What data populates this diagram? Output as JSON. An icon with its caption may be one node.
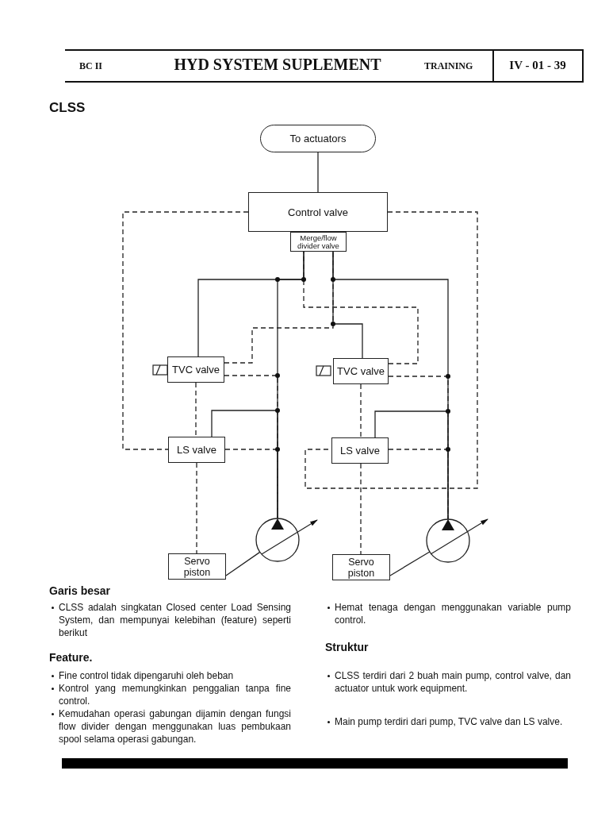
{
  "diagram": {
    "nodes": [
      {
        "text": [
          "To actuators"
        ]
      },
      {
        "text": [
          "Control valve"
        ]
      },
      {
        "text": [
          "Merge/flow divider valve"
        ]
      },
      {
        "text": [
          "TVC valve"
        ]
      },
      {
        "text": [
          "TVC valve"
        ]
      },
      {
        "text": [
          "LS valve"
        ]
      },
      {
        "text": [
          "LS valve"
        ]
      },
      {
        "text": [],
        "shape": "circle"
      },
      {
        "text": [],
        "shape": "circle"
      },
      {
        "text": [
          "Servo piston"
        ]
      },
      {
        "text": [
          "Servo piston"
        ]
      }
    ],
    "edges": [
      {
        "from": 0,
        "to": 1,
        "arrow": "none"
      },
      {
        "from": 2,
        "to": 3,
        "arrow": "none"
      },
      {
        "from": 2,
        "to": 7,
        "arrow": "none"
      },
      {
        "from": 2,
        "to": 4,
        "arrow": "none"
      },
      {
        "from": 2,
        "to": 8,
        "arrow": "none"
      },
      {
        "from": 1,
        "to": 5,
        "arrow": "none",
        "style": "dashed"
      },
      {
        "from": 1,
        "to": 6,
        "arrow": "none",
        "style": "dashed"
      },
      {
        "from": 3,
        "to": 2,
        "arrow": "none",
        "style": "dashed"
      },
      {
        "from": 4,
        "to": 2,
        "arrow": "none",
        "style": "dashed"
      },
      {
        "from": 3,
        "to": 7,
        "arrow": "none",
        "style": "dashed"
      },
      {
        "from": 4,
        "to": 8,
        "arrow": "none",
        "style": "dashed"
      },
      {
        "from": 3,
        "to": 5,
        "arrow": "none",
        "style": "dashed"
      },
      {
        "from": 4,
        "to": 6,
        "arrow": "none",
        "style": "dashed"
      },
      {
        "from": 5,
        "to": 7,
        "arrow": "none"
      },
      {
        "from": 5,
        "to": 7,
        "arrow": "none",
        "style": "dashed"
      },
      {
        "from": 6,
        "to": 8,
        "arrow": "none"
      },
      {
        "from": 6,
        "to": 8,
        "arrow": "none",
        "style": "dashed"
      },
      {
        "from": 5,
        "to": 9,
        "arrow": "none",
        "style": "dashed"
      },
      {
        "from": 6,
        "to": 10,
        "arrow": "none",
        "style": "dashed"
      },
      {
        "from": 9,
        "to": 7,
        "arrow": "none"
      },
      {
        "from": 10,
        "to": 8,
        "arrow": "none"
      }
    ],
    "labels": [
      "BC II",
      "HYD SYSTEM SUPLEMENT",
      "TRAINING",
      "IV - 01 - 39",
      "CLSS",
      "Garis besar",
      "CLSS adalah singkatan Closed center Load Sensing System, dan mempunyai kelebihan (feature) seperti berikut",
      "Feature.",
      "Fine control tidak dipengaruhi oleh beban",
      "Kontrol yang memungkinkan penggalian tanpa fine control.",
      "Kemudahan operasi gabungan dijamin dengan fungsi flow divider dengan menggunakan luas pembukaan spool selama operasi gabungan.",
      "Hemat tenaga dengan menggunakan variable pump control.",
      "Struktur",
      "CLSS terdiri dari 2 buah main pump, control valve, dan actuator untuk work equipment.",
      "Main pump terdiri dari pump, TVC valve dan LS valve."
    ]
  }
}
